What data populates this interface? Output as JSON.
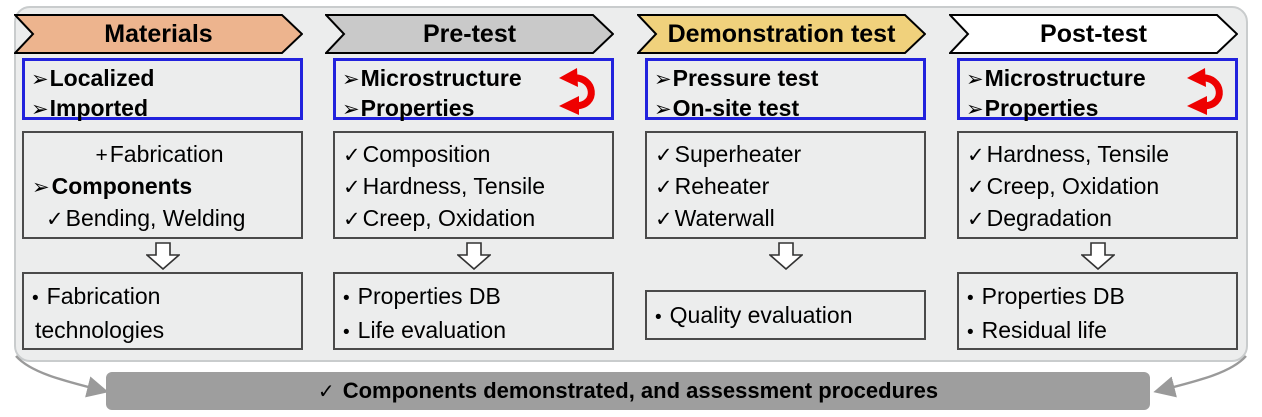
{
  "diagram": {
    "title_bar": {
      "check": "✓",
      "text": "Components demonstrated, and assessment procedures"
    },
    "markers": {
      "arrow_bullet": "➢",
      "check": "✓",
      "dot": "•",
      "plus": "+"
    },
    "colors": {
      "materials_header": "#edb48e",
      "pretest_header": "#c9c9c9",
      "demo_header": "#f0d17c",
      "posttest_header": "#ffffff",
      "blue_border": "#2222dd",
      "red_arrow": "#ee0000",
      "bottom_bar": "#9e9e9e",
      "panel_bg": "#eceded"
    },
    "columns": [
      {
        "id": "materials",
        "header": "Materials",
        "header_fill": "#edb48e",
        "primary": {
          "has_cycle_arrow": false,
          "items": [
            {
              "mark": "➢",
              "text": "Localized"
            },
            {
              "mark": "➢",
              "text": "Imported"
            }
          ]
        },
        "secondary": {
          "items": [
            {
              "mark": "+",
              "text": "Fabrication",
              "style": "center"
            },
            {
              "mark": "➢",
              "text": "Components",
              "style": "bold"
            },
            {
              "mark": "✓",
              "text": "Bending, Welding",
              "style": "indent"
            }
          ]
        },
        "outcome": {
          "items": [
            {
              "mark": "•",
              "text": "Fabrication"
            },
            {
              "mark": "",
              "text": "technologies"
            }
          ]
        }
      },
      {
        "id": "pretest",
        "header": "Pre-test",
        "header_fill": "#c9c9c9",
        "primary": {
          "has_cycle_arrow": true,
          "items": [
            {
              "mark": "➢",
              "text": "Microstructure"
            },
            {
              "mark": "➢",
              "text": "Properties"
            }
          ]
        },
        "secondary": {
          "items": [
            {
              "mark": "✓",
              "text": "Composition"
            },
            {
              "mark": "✓",
              "text": "Hardness, Tensile"
            },
            {
              "mark": "✓",
              "text": "Creep, Oxidation"
            }
          ]
        },
        "outcome": {
          "items": [
            {
              "mark": "•",
              "text": "Properties DB"
            },
            {
              "mark": "•",
              "text": "Life evaluation"
            }
          ]
        }
      },
      {
        "id": "demonstration-test",
        "header": "Demonstration test",
        "header_fill": "#f0d17c",
        "primary": {
          "has_cycle_arrow": false,
          "items": [
            {
              "mark": "➢",
              "text": "Pressure test"
            },
            {
              "mark": "➢",
              "text": "On-site test"
            }
          ]
        },
        "secondary": {
          "items": [
            {
              "mark": "✓",
              "text": "Superheater"
            },
            {
              "mark": "✓",
              "text": "Reheater"
            },
            {
              "mark": "✓",
              "text": "Waterwall"
            }
          ]
        },
        "outcome": {
          "items": [
            {
              "mark": "•",
              "text": "Quality evaluation"
            }
          ]
        }
      },
      {
        "id": "posttest",
        "header": "Post-test",
        "header_fill": "#ffffff",
        "primary": {
          "has_cycle_arrow": true,
          "items": [
            {
              "mark": "➢",
              "text": "Microstructure"
            },
            {
              "mark": "➢",
              "text": "Properties"
            }
          ]
        },
        "secondary": {
          "items": [
            {
              "mark": "✓",
              "text": "Hardness, Tensile"
            },
            {
              "mark": "✓",
              "text": "Creep, Oxidation"
            },
            {
              "mark": "✓",
              "text": "Degradation"
            }
          ]
        },
        "outcome": {
          "items": [
            {
              "mark": "•",
              "text": "Properties DB"
            },
            {
              "mark": "•",
              "text": "Residual life"
            }
          ]
        }
      }
    ]
  }
}
